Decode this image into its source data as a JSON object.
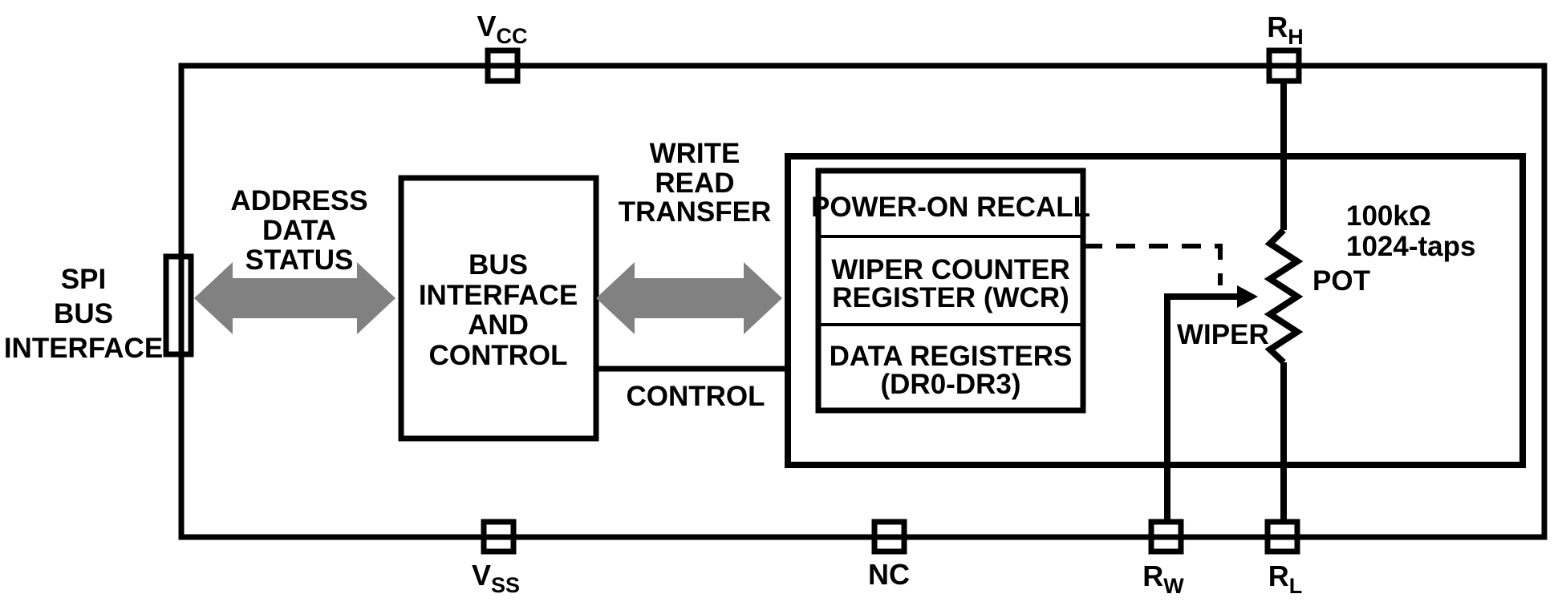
{
  "diagram": {
    "labels": {
      "spi": [
        "SPI",
        "BUS",
        "INTERFACE"
      ],
      "address_arrow": [
        "ADDRESS",
        "DATA",
        "STATUS"
      ],
      "transfer_arrow": [
        "WRITE",
        "READ",
        "TRANSFER"
      ],
      "control": "CONTROL"
    },
    "blocks": {
      "bus_interface": [
        "BUS",
        "INTERFACE",
        "AND",
        "CONTROL"
      ],
      "power_on_recall": "POWER-ON RECALL",
      "wiper_counter_register": [
        "WIPER COUNTER",
        "REGISTER (WCR)"
      ],
      "data_registers": [
        "DATA REGISTERS",
        "(DR0-DR3)"
      ]
    },
    "potentiometer": {
      "value": "100kΩ",
      "taps": "1024-taps",
      "label": "POT",
      "wiper_label": "WIPER"
    },
    "pins": {
      "vcc": {
        "label": "V",
        "sub": "CC"
      },
      "vss": {
        "label": "V",
        "sub": "SS"
      },
      "nc": {
        "label": "NC",
        "sub": ""
      },
      "rh": {
        "label": "R",
        "sub": "H"
      },
      "rw": {
        "label": "R",
        "sub": "W"
      },
      "rl": {
        "label": "R",
        "sub": "L"
      }
    },
    "colors": {
      "line": "#000000",
      "arrow_gray": "#818181",
      "background": "#ffffff"
    }
  }
}
